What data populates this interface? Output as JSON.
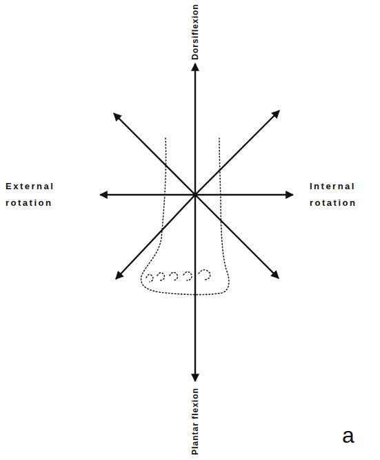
{
  "diagram": {
    "labels": [
      "Dorsiflexion",
      "External rotation",
      "Internal rotation",
      "Plantar flexion",
      "a"
    ]
  }
}
